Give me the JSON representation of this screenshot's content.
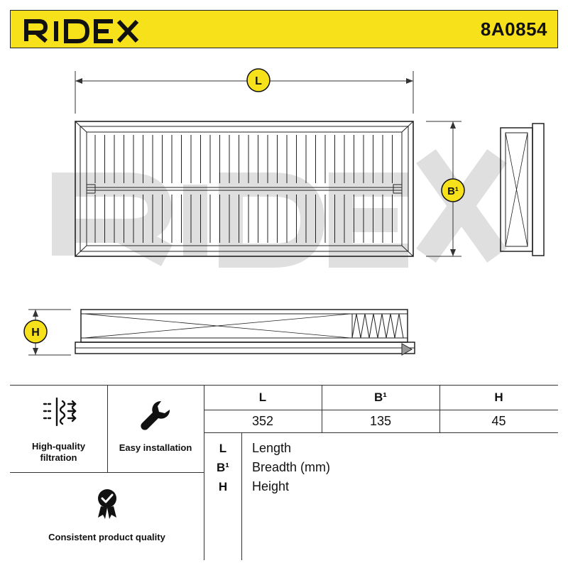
{
  "header": {
    "brand": "RIDEX",
    "part_number": "8A0854",
    "background_color": "#f7e11b"
  },
  "drawing": {
    "label_length": "L",
    "label_breadth": "B¹",
    "label_height": "H",
    "watermark": "RIDEX"
  },
  "features": [
    {
      "icon": "filtration-icon",
      "label_line1": "High-quality",
      "label_line2": "filtration"
    },
    {
      "icon": "wrench-icon",
      "label": "Easy installation"
    },
    {
      "icon": "quality-badge-icon",
      "label": "Consistent product quality"
    }
  ],
  "dimensions": {
    "headers": [
      "L",
      "B¹",
      "H"
    ],
    "values": [
      "352",
      "135",
      "45"
    ]
  },
  "legend": [
    {
      "key": "L",
      "text": "Length"
    },
    {
      "key": "B¹",
      "text": "Breadth (mm)"
    },
    {
      "key": "H",
      "text": "Height"
    }
  ]
}
